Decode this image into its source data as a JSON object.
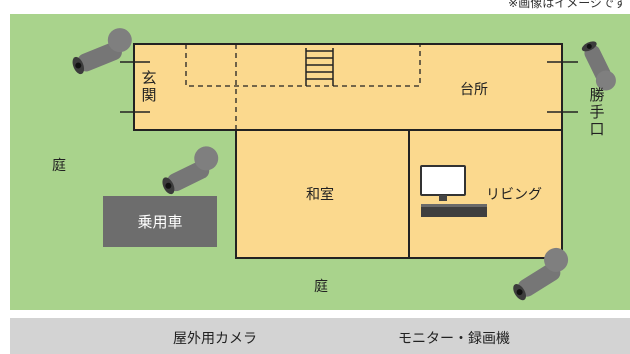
{
  "note": "※画像はイメージです",
  "rooms": {
    "entrance": [
      "玄",
      "関"
    ],
    "kitchen": "台所",
    "back_door": [
      "勝",
      "手",
      "口"
    ],
    "japanese_room": "和室",
    "living": "リビング"
  },
  "yard_left": "庭",
  "yard_bottom": "庭",
  "car": "乗用車",
  "legend": {
    "camera": "屋外用カメラ",
    "monitor": "モニター・録画機"
  },
  "colors": {
    "lawn": "#a9d38c",
    "floor": "#fbd98e",
    "wall": "#222222",
    "car": "#6d6d6d",
    "legend_bar": "#d3d3d3",
    "camera": "#767676"
  },
  "icons": [
    "camera-icon",
    "monitor-recorder-icon",
    "stairs-icon"
  ]
}
